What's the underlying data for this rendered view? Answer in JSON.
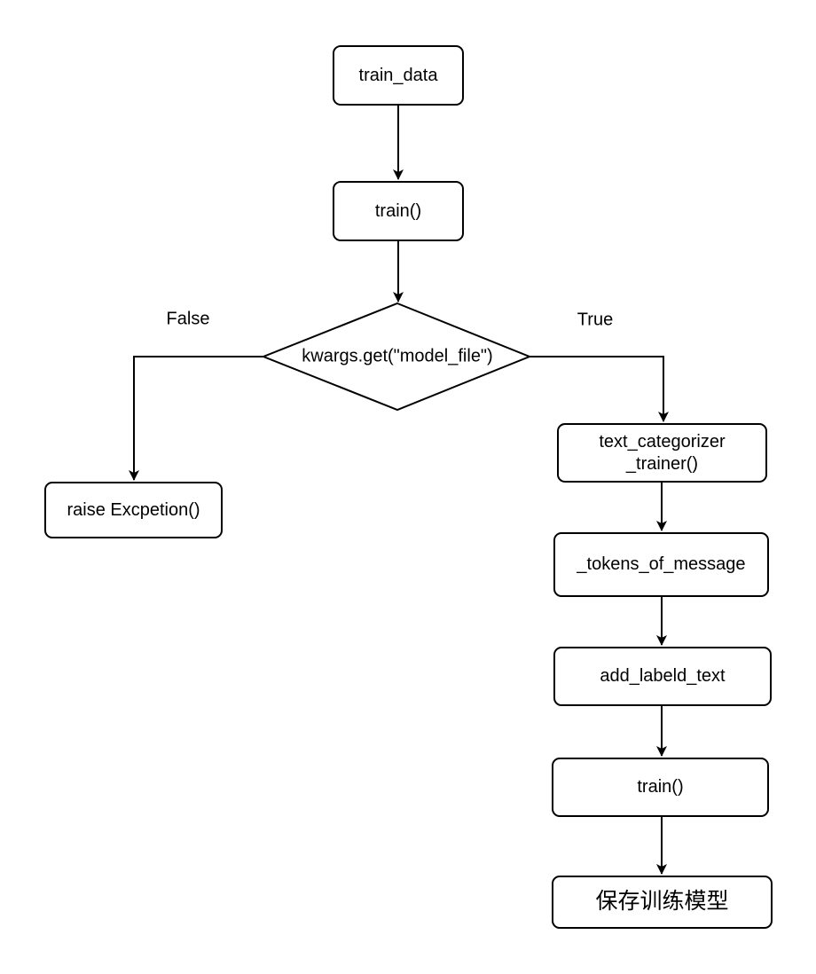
{
  "colors": {
    "stroke": "#000000",
    "node_fill": "#ffffff",
    "background": "#ffffff",
    "text": "#000000"
  },
  "nodes": {
    "train_data": "train_data",
    "train": "train()",
    "decision": "kwargs.get(\"model_file\")",
    "raise_exception": "raise Excpetion()",
    "text_categorizer_trainer": "text_categorizer\n_trainer()",
    "tokens_of_message": "_tokens_of_message",
    "add_labeld_text": "add_labeld_text",
    "train_2": "train()",
    "save_model": "保存训练模型"
  },
  "branch_labels": {
    "false_branch": "False",
    "true_branch": "True"
  }
}
